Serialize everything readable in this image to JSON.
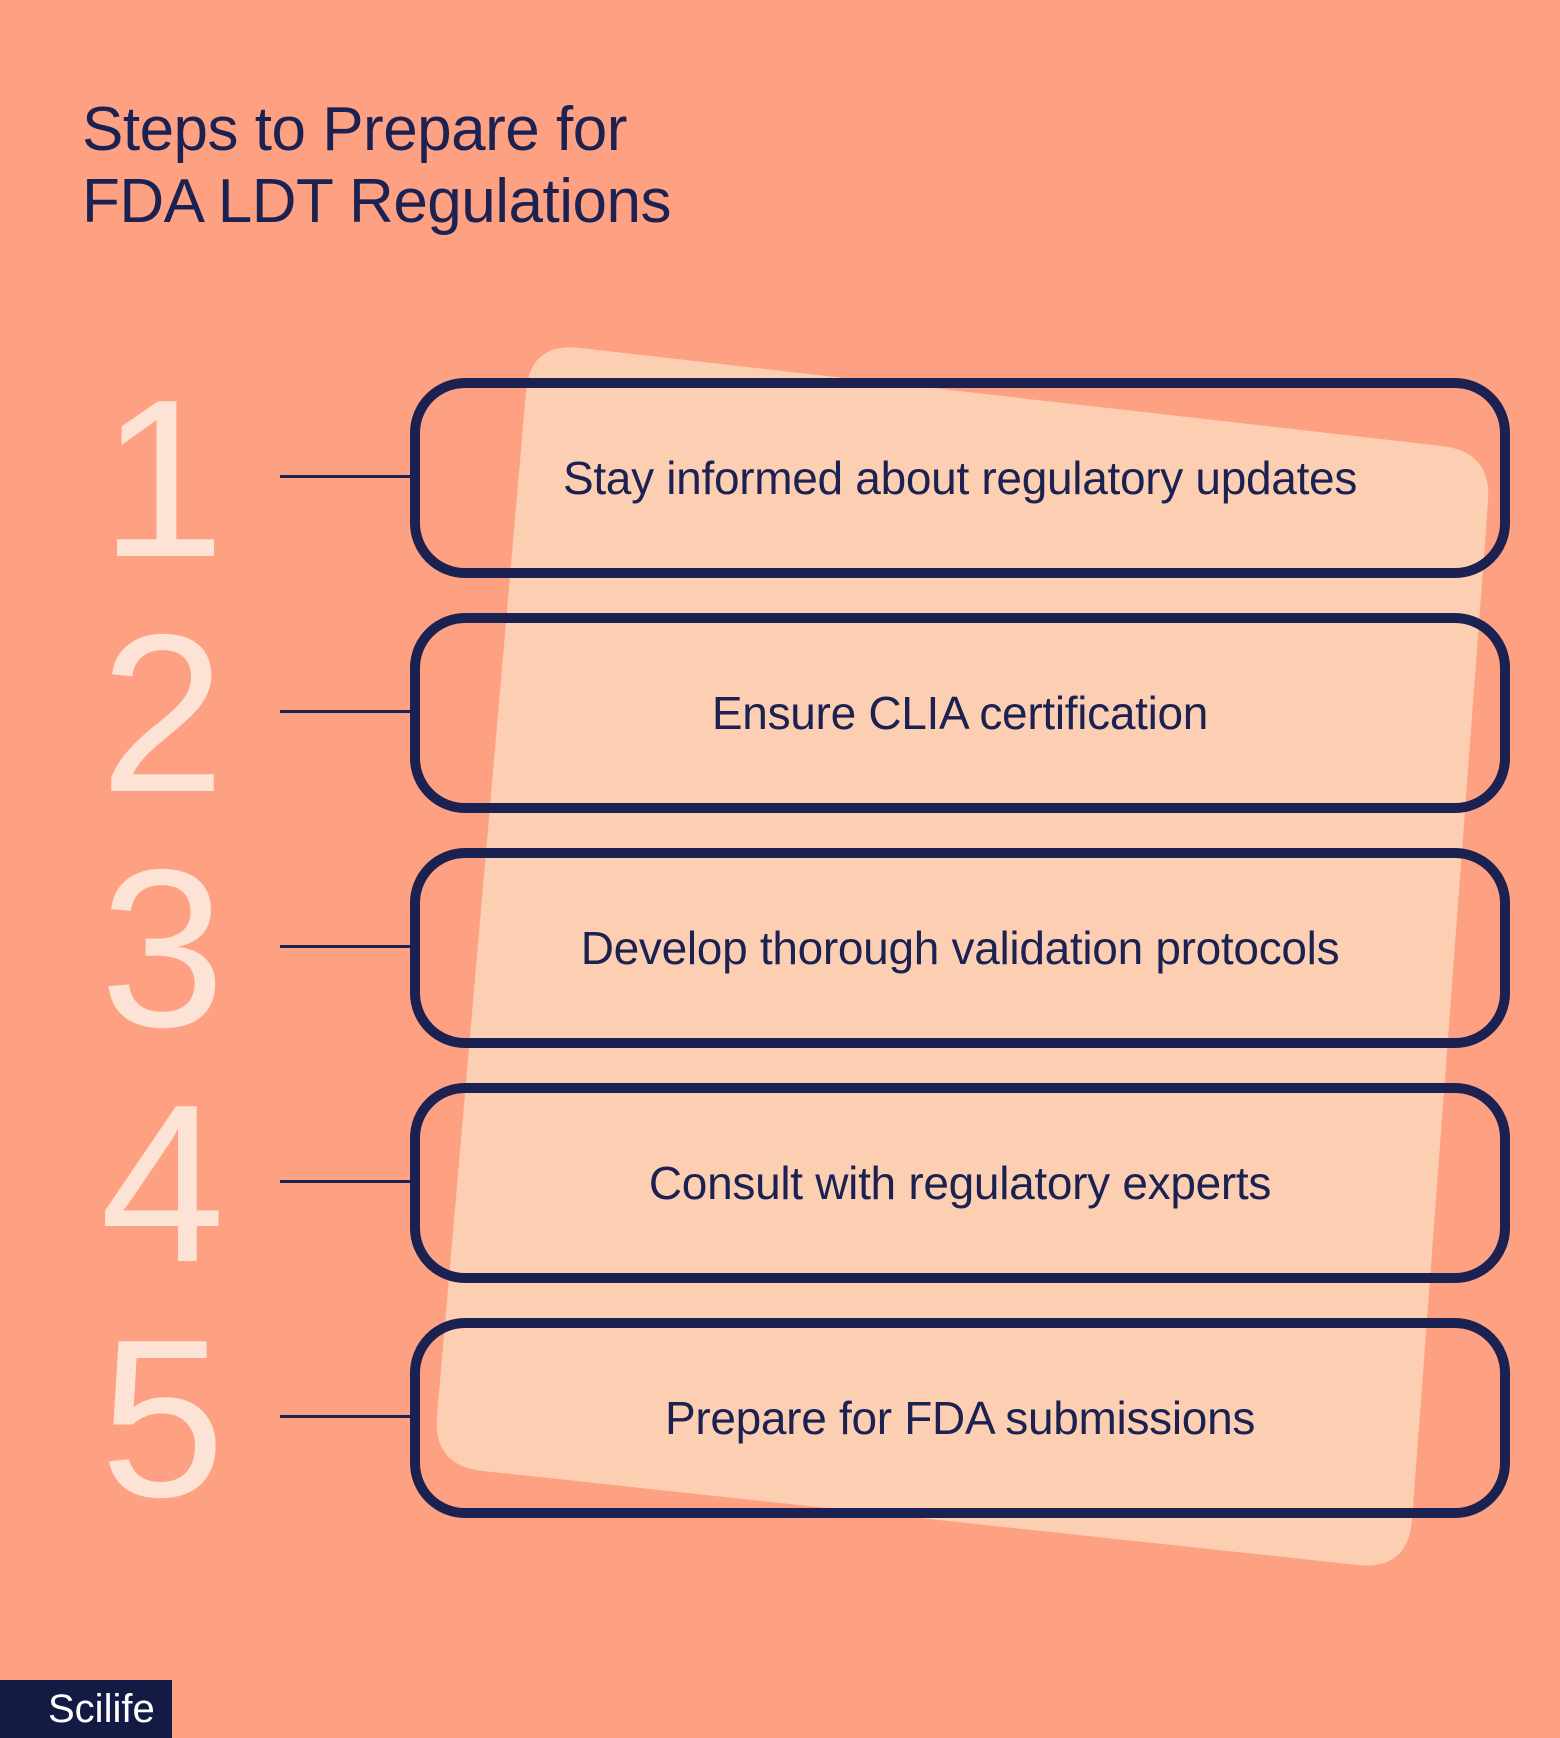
{
  "title": {
    "line1": "Steps to Prepare for",
    "line2": "FDA LDT Regulations"
  },
  "steps": [
    {
      "number": "1",
      "label": "Stay informed about regulatory updates"
    },
    {
      "number": "2",
      "label": "Ensure CLIA certification"
    },
    {
      "number": "3",
      "label": "Develop thorough validation protocols"
    },
    {
      "number": "4",
      "label": "Consult with regulatory experts"
    },
    {
      "number": "5",
      "label": "Prepare for FDA submissions"
    }
  ],
  "footer": {
    "brand": "Scilife"
  },
  "colors": {
    "bg": "#FEA183",
    "panel": "#FCCFB3",
    "navy": "#1B2151",
    "navy-deep": "#131B44",
    "cream": "#FCE3D5",
    "white": "#FFFFFF"
  }
}
